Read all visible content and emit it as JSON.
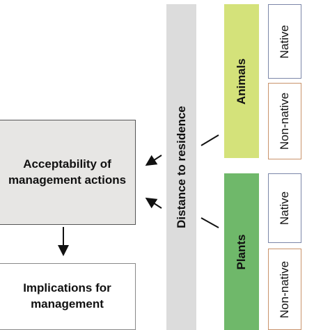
{
  "acceptability": {
    "label": "Acceptability of management actions"
  },
  "implications": {
    "label": "Implications for management"
  },
  "distance": {
    "label": "Distance to residence"
  },
  "animals": {
    "label": "Animals",
    "native_label": "Native",
    "non_native_label": "Non-native"
  },
  "plants": {
    "label": "Plants",
    "native_label": "Native",
    "non_native_label": "Non-native"
  },
  "colors": {
    "acceptability_fill": "#e7e6e4",
    "distance_fill": "#dcdcdc",
    "animals_fill": "#d4e27a",
    "plants_fill": "#6fb86a",
    "native_border": "#7b86a8",
    "non_native_border": "#c9926a"
  }
}
